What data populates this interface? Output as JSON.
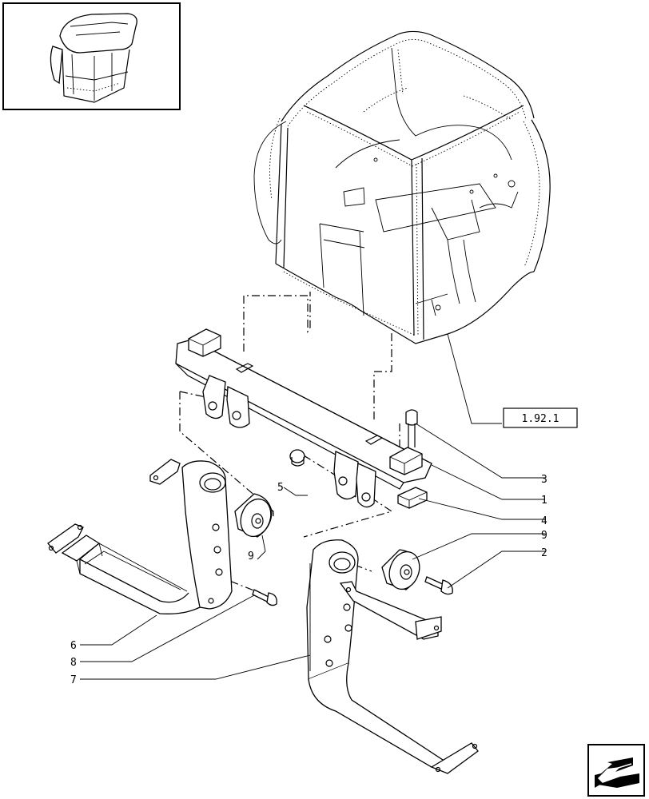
{
  "thumbnail": {
    "icon": "cab-thumbnail-icon"
  },
  "reference_box": {
    "text": "1.92.1"
  },
  "callouts": [
    {
      "id": "c3",
      "label": "3"
    },
    {
      "id": "c1",
      "label": "1"
    },
    {
      "id": "c4",
      "label": "4"
    },
    {
      "id": "c9a",
      "label": "9"
    },
    {
      "id": "c2",
      "label": "2"
    },
    {
      "id": "c6",
      "label": "6"
    },
    {
      "id": "c8",
      "label": "8"
    },
    {
      "id": "c7",
      "label": "7"
    },
    {
      "id": "c5",
      "label": "5"
    },
    {
      "id": "c9b",
      "label": "9"
    }
  ],
  "nav_arrow": {
    "icon": "next-page-arrow-icon"
  }
}
